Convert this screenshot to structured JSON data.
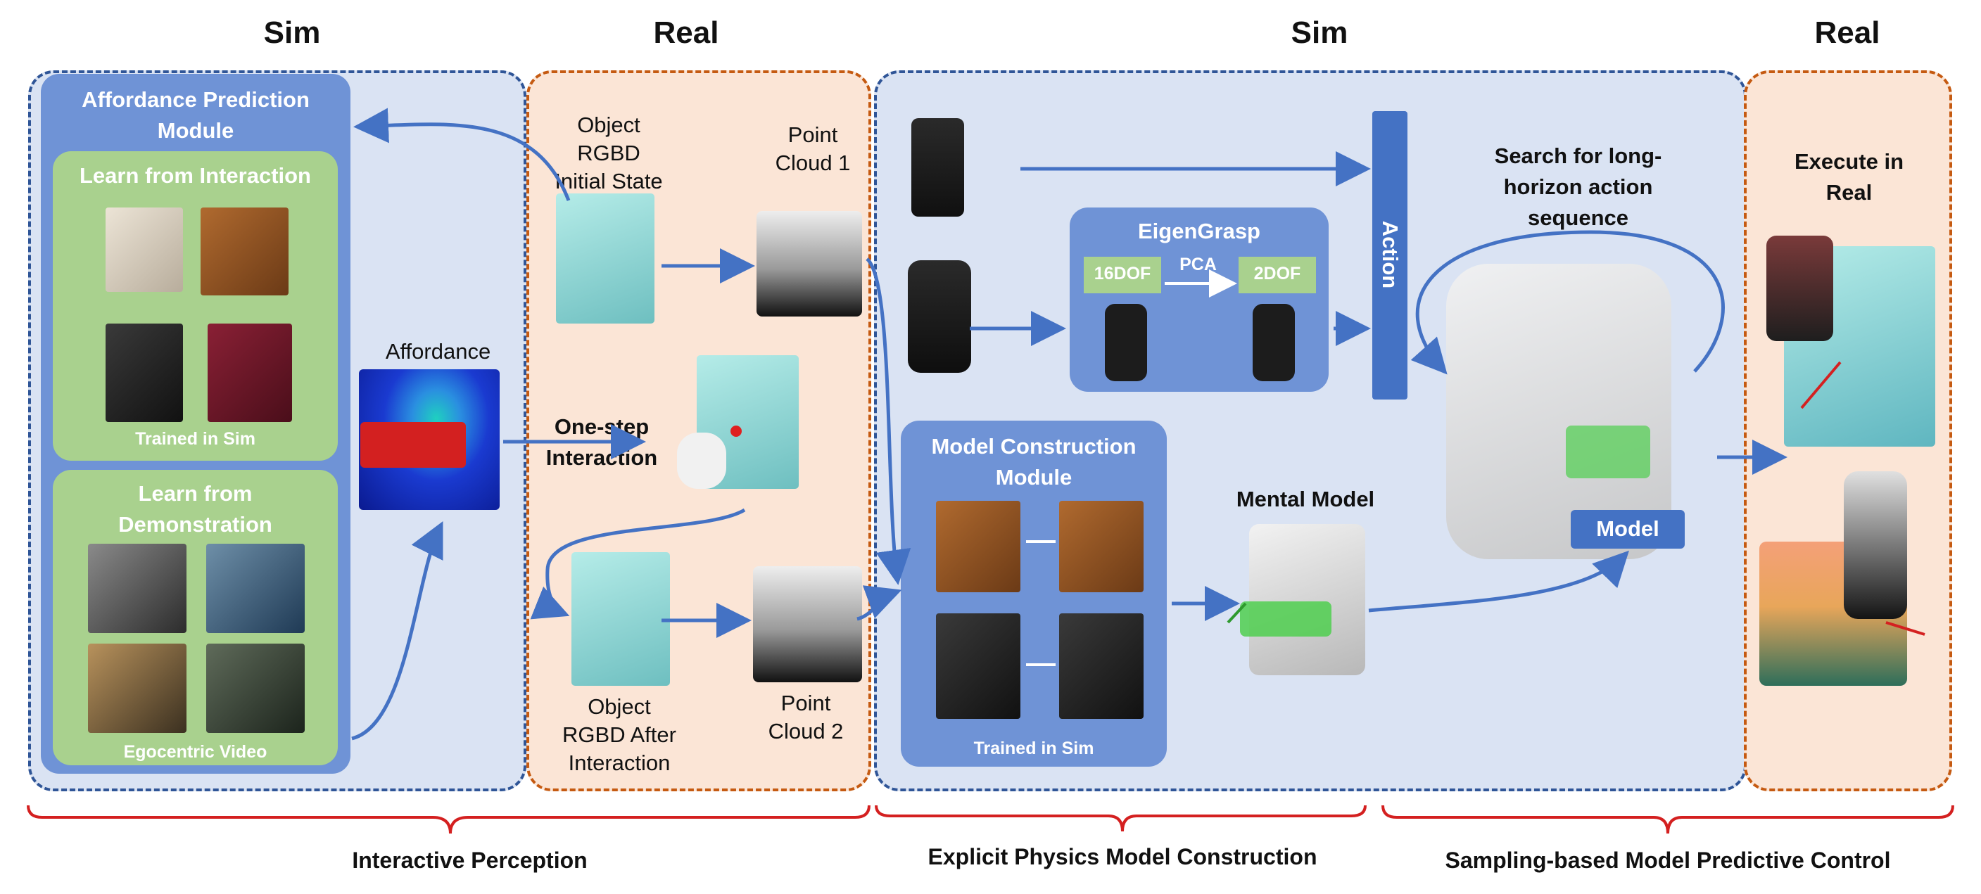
{
  "headers": {
    "sim_left": "Sim",
    "real_left": "Real",
    "sim_mid": "Sim",
    "real_right": "Real"
  },
  "affordance_module": {
    "title": "Affordance Prediction Module",
    "learn_interaction": "Learn from Interaction",
    "trained_in_sim": "Trained in Sim",
    "learn_demo": "Learn from Demonstration",
    "egocentric_video": "Egocentric Video"
  },
  "affordance_label": "Affordance",
  "real_stage": {
    "initial_state": "Object RGBD Initial State",
    "point_cloud_1": "Point Cloud 1",
    "one_step": "One-step Interaction",
    "after_interaction": "Object RGBD After Interaction",
    "point_cloud_2": "Point Cloud 2"
  },
  "eigengrasp": {
    "title": "EigenGrasp",
    "dof16": "16DOF",
    "pca": "PCA",
    "dof2": "2DOF"
  },
  "action_label": "Action",
  "model_construction": {
    "title": "Model Construction Module",
    "trained_in_sim": "Trained in Sim"
  },
  "mental_model": "Mental Model",
  "search_label": "Search for long-horizon action sequence",
  "model_badge": "Model",
  "execute_label": "Execute in Real",
  "footers": {
    "perception": "Interactive Perception",
    "physics": "Explicit Physics Model Construction",
    "mpc": "Sampling-based Model Predictive Control"
  },
  "colors": {
    "sim_bg": "#dae3f3",
    "sim_border": "#2f5597",
    "real_bg": "#fbe5d6",
    "real_border": "#c55a11",
    "module_blue": "#6f93d6",
    "module_green": "#a9d18e",
    "action_blue": "#4472c4",
    "arrow_blue": "#4472c4",
    "brace_red": "#d42020"
  }
}
